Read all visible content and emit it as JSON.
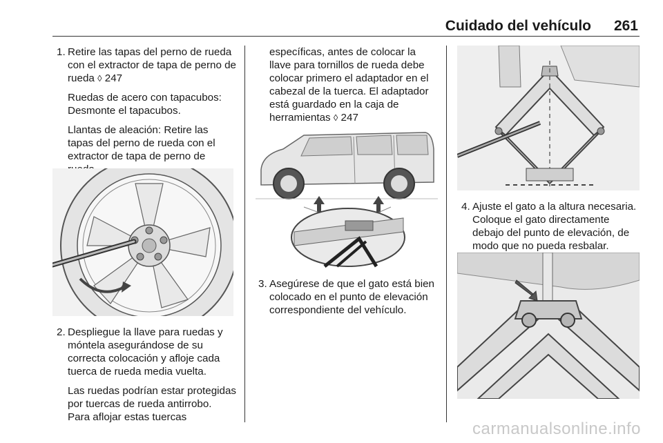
{
  "header": {
    "section_title": "Cuidado del vehículo",
    "page_number": "261"
  },
  "ref_symbol": "◊",
  "col1": {
    "step1": {
      "number": "1.",
      "text": "Retire las tapas del perno de rueda con el extractor de tapa de perno de rueda",
      "ref": "247"
    },
    "para_steel": "Ruedas de acero con tapacubos: Desmonte el tapacubos.",
    "para_alloy": "Llantas de aleación: Retire las tapas del perno de rueda con el extractor de tapa de perno de rueda.",
    "step2": {
      "number": "2.",
      "text": "Despliegue la llave para ruedas y móntela asegurándose de su correcta colocación y afloje cada tuerca de rueda media vuelta."
    },
    "para_antitheft": "Las ruedas podrían estar protegidas por tuercas de rueda antirrobo. Para aflojar estas tuercas"
  },
  "col2": {
    "para_cont": "específicas, antes de colocar la llave para tornillos de rueda debe colocar primero el adaptador en el cabezal de la tuerca. El adaptador está guardado en la caja de herramientas",
    "para_cont_ref": "247",
    "step3": {
      "number": "3.",
      "text": "Asegúrese de que el gato está bien colocado en el punto de elevación correspondiente del vehículo."
    }
  },
  "col3": {
    "step4": {
      "number": "4.",
      "text": "Ajuste el gato a la altura necesaria. Coloque el gato directamente debajo del punto de elevación, de modo que no pueda resbalar."
    }
  },
  "watermark": "carmanualsonline.info"
}
